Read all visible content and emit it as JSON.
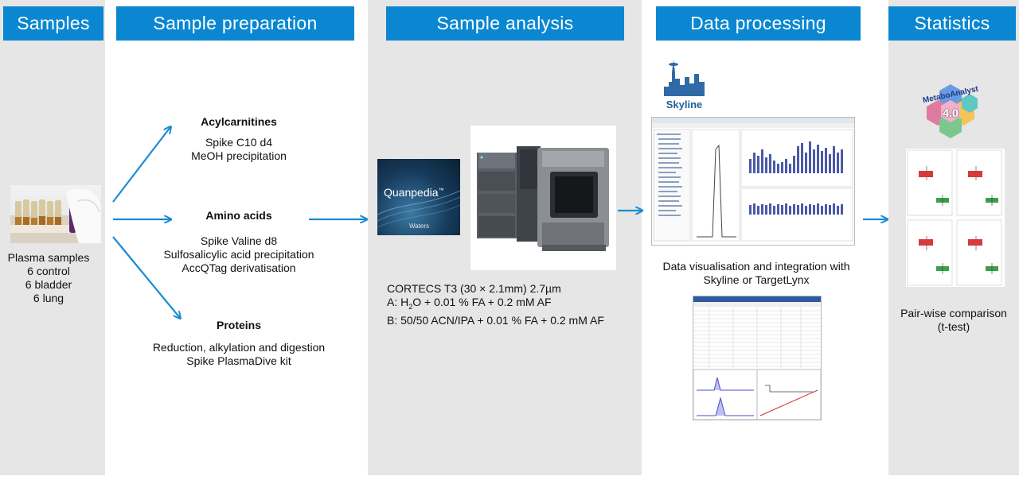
{
  "headers": {
    "samples": "Samples",
    "preparation": "Sample preparation",
    "analysis": "Sample analysis",
    "processing": "Data processing",
    "statistics": "Statistics"
  },
  "samples": {
    "lines": [
      "Plasma samples",
      "6 control",
      "6 bladder",
      "6 lung"
    ]
  },
  "preparation": {
    "acyl": {
      "title": "Acylcarnitines",
      "lines": [
        "Spike C10 d4",
        "MeOH precipitation"
      ]
    },
    "amino": {
      "title": "Amino acids",
      "lines": [
        "Spike Valine d8",
        "Sulfosalicylic acid precipitation",
        "AccQTag derivatisation"
      ]
    },
    "proteins": {
      "title": "Proteins",
      "lines": [
        "Reduction, alkylation and digestion",
        "Spike PlasmaDive kit"
      ]
    }
  },
  "analysis": {
    "column": "CORTECS T3 (30 × 2.1mm) 2.7µm",
    "mobile_a_prefix": "A: H",
    "mobile_a_sub": "2",
    "mobile_a_suffix": "O + 0.01 % FA + 0.2  mM AF",
    "mobile_b": "B: 50/50 ACN/IPA + 0.01 % FA + 0.2 mM AF",
    "quanpedia_label": "Quanpedia",
    "quanpedia_tm": "™",
    "waters_label": "Waters"
  },
  "processing": {
    "skyline_label": "Skyline",
    "caption_lines": [
      "Data visualisation and integration with",
      "Skyline or TargetLynx"
    ]
  },
  "statistics": {
    "metabo_label": "MetaboAnalyst",
    "metabo_version": "4.0",
    "caption_lines": [
      "Pair-wise comparison",
      "(t-test)"
    ]
  },
  "colors": {
    "header_bg": "#0a87d0",
    "arrow": "#1a8bd2",
    "panel_grey": "#e6e6e6"
  }
}
